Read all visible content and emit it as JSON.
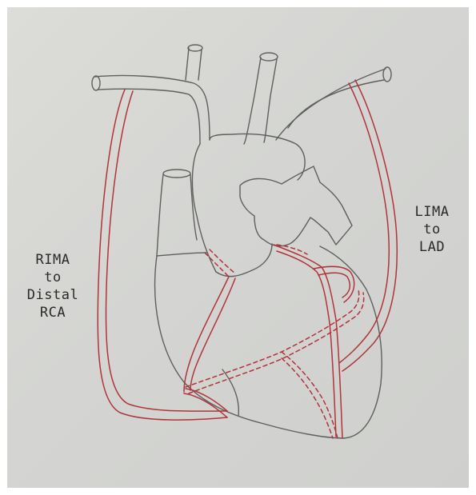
{
  "colors": {
    "paper": "#d6d7d3",
    "pencil": "#5a5a5a",
    "graft": "#b0343a"
  },
  "labels": {
    "lima": {
      "line1": "LIMA",
      "line2": "to",
      "line3": "LAD"
    },
    "rima": {
      "line1": "RIMA",
      "line2": "to",
      "line3": "Distal",
      "line4": "RCA"
    }
  }
}
